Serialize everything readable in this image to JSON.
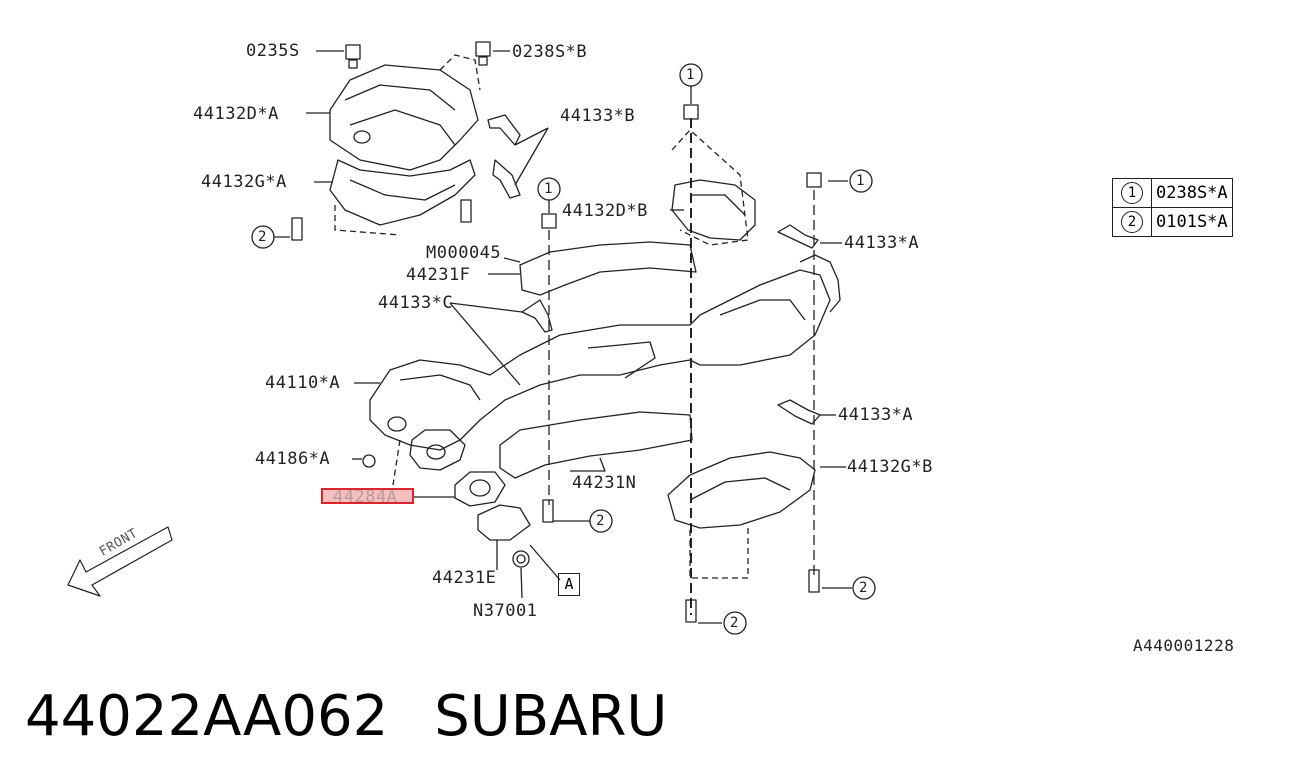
{
  "diagram": {
    "labels": {
      "l_0235s": "0235S",
      "l_0238sb": "0238S*B",
      "l_44132da": "44132D*A",
      "l_44133b": "44133*B",
      "l_44132ga": "44132G*A",
      "l_44132db": "44132D*B",
      "l_44133a_top": "44133*A",
      "l_m000045": "M000045",
      "l_44231f": "44231F",
      "l_44133c": "44133*C",
      "l_44110a": "44110*A",
      "l_44133a_mid": "44133*A",
      "l_44186a": "44186*A",
      "l_44132gb": "44132G*B",
      "l_44231n": "44231N",
      "l_44231e": "44231E",
      "l_n37001": "N37001",
      "l_box_a": "A",
      "highlighted_part": "44284A"
    },
    "callouts": {
      "c1": "1",
      "c2": "2"
    },
    "legend": [
      {
        "num": "1",
        "part": "0238S*A"
      },
      {
        "num": "2",
        "part": "0101S*A"
      }
    ],
    "front_text": "FRONT",
    "diagram_code": "A440001228"
  },
  "caption": {
    "part_number": "44022AA062",
    "brand": "SUBARU"
  },
  "colors": {
    "highlight": "#d8262c",
    "line": "#222222"
  }
}
